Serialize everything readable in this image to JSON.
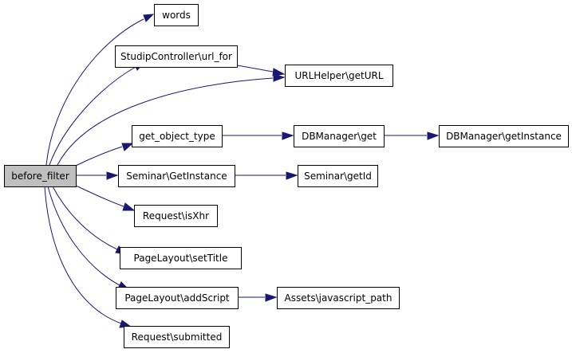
{
  "diagram": {
    "type": "call-graph",
    "nodes": [
      {
        "id": "before_filter",
        "label": "before_filter",
        "root": true
      },
      {
        "id": "words",
        "label": "words"
      },
      {
        "id": "url_for",
        "label": "StudipController\\url_for"
      },
      {
        "id": "getURL",
        "label": "URLHelper\\getURL"
      },
      {
        "id": "get_object_type",
        "label": "get_object_type"
      },
      {
        "id": "dbget",
        "label": "DBManager\\get"
      },
      {
        "id": "getInstanceDB",
        "label": "DBManager\\getInstance"
      },
      {
        "id": "seminarGetInstance",
        "label": "Seminar\\GetInstance"
      },
      {
        "id": "seminarGetId",
        "label": "Seminar\\getId"
      },
      {
        "id": "isXhr",
        "label": "Request\\isXhr"
      },
      {
        "id": "setTitle",
        "label": "PageLayout\\setTitle"
      },
      {
        "id": "addScript",
        "label": "PageLayout\\addScript"
      },
      {
        "id": "jspath",
        "label": "Assets\\javascript_path"
      },
      {
        "id": "submitted",
        "label": "Request\\submitted"
      }
    ],
    "edges": [
      {
        "from": "before_filter",
        "to": "words"
      },
      {
        "from": "before_filter",
        "to": "url_for"
      },
      {
        "from": "before_filter",
        "to": "getURL"
      },
      {
        "from": "url_for",
        "to": "getURL"
      },
      {
        "from": "before_filter",
        "to": "get_object_type"
      },
      {
        "from": "get_object_type",
        "to": "dbget"
      },
      {
        "from": "dbget",
        "to": "getInstanceDB"
      },
      {
        "from": "before_filter",
        "to": "seminarGetInstance"
      },
      {
        "from": "seminarGetInstance",
        "to": "seminarGetId"
      },
      {
        "from": "before_filter",
        "to": "isXhr"
      },
      {
        "from": "before_filter",
        "to": "setTitle"
      },
      {
        "from": "before_filter",
        "to": "addScript"
      },
      {
        "from": "addScript",
        "to": "jspath"
      },
      {
        "from": "before_filter",
        "to": "submitted"
      }
    ],
    "colors": {
      "edge": "#191970",
      "root_fill": "#bfbfbf",
      "node_fill": "#ffffff"
    }
  }
}
